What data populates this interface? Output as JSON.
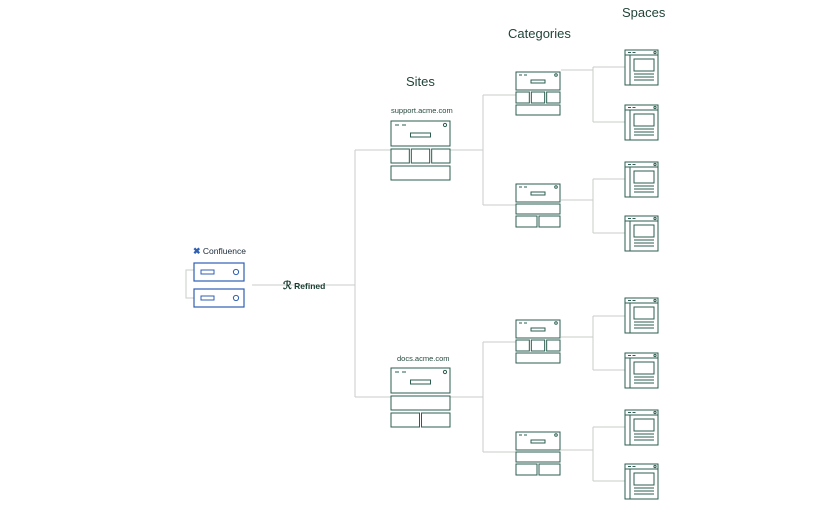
{
  "headings": {
    "spaces": "Spaces",
    "categories": "Categories",
    "sites": "Sites"
  },
  "source": {
    "name": "Confluence",
    "icon": "confluence-icon",
    "color": "#2f5fb3"
  },
  "hub": {
    "name": "Refined",
    "icon": "refined-logo-icon",
    "color": "#1f3b32"
  },
  "sites": [
    {
      "domain": "support.acme.com"
    },
    {
      "domain": "docs.acme.com"
    }
  ],
  "colors": {
    "line": "#c9cdca",
    "box": "#2e5e50",
    "source_box": "#2f5fb3"
  }
}
